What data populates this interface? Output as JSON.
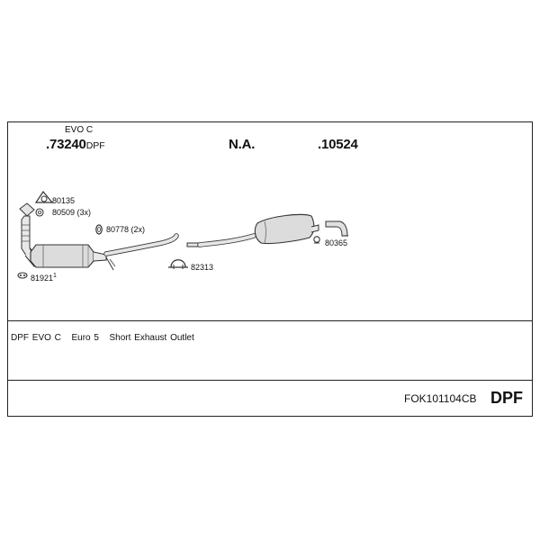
{
  "header": {
    "variant": "EVO C",
    "part_main_number": ".73240",
    "part_main_suffix": "DPF",
    "part_middle": "N.A.",
    "part_rear": ".10524"
  },
  "parts": {
    "p80135": "80135",
    "p80509": "80509 (3x)",
    "p80778": "80778 (2x)",
    "p82313": "82313",
    "p80365": "80365",
    "p81921": "81921",
    "p81921_sup": "1"
  },
  "description": {
    "items": [
      "DPF EVO C",
      "Euro 5",
      "Short Exhaust Outlet"
    ]
  },
  "footer": {
    "code": "FOK101104CB",
    "type": "DPF"
  }
}
